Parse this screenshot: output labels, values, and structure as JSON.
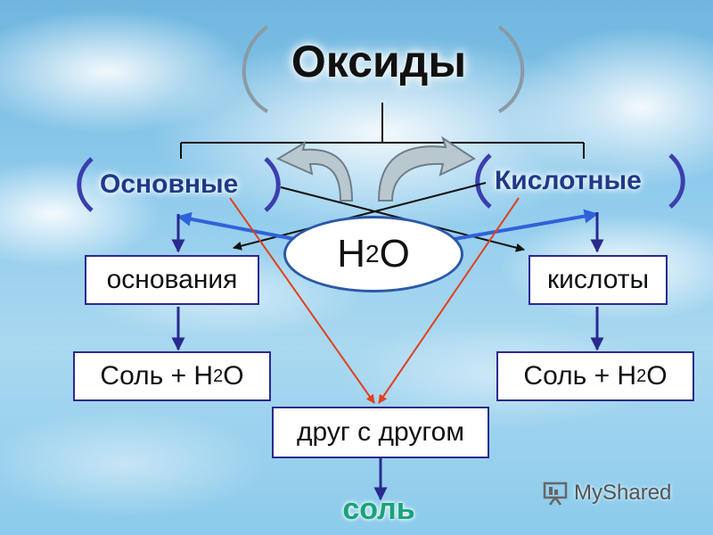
{
  "title": "Оксиды",
  "categories": {
    "basic": "Основные",
    "acidic": "Кислотные"
  },
  "water": {
    "main": "H",
    "sub": "2",
    "tail": "O"
  },
  "products": {
    "bases": "основания",
    "acids": "кислоты",
    "salt_water_left": {
      "pre": "Соль + H",
      "sub": "2",
      "post": "O"
    },
    "salt_water_right": {
      "pre": "Соль + H",
      "sub": "2",
      "post": "O"
    },
    "mutual": "друг с другом",
    "salt": "соль"
  },
  "watermark": "MyShared",
  "colors": {
    "box_border": "#2a2a8e",
    "arrow_blue": "#2f62d8",
    "arrow_red": "#e0401c",
    "salt_text": "#1aa37a",
    "category_text": "#1f3a8a"
  }
}
